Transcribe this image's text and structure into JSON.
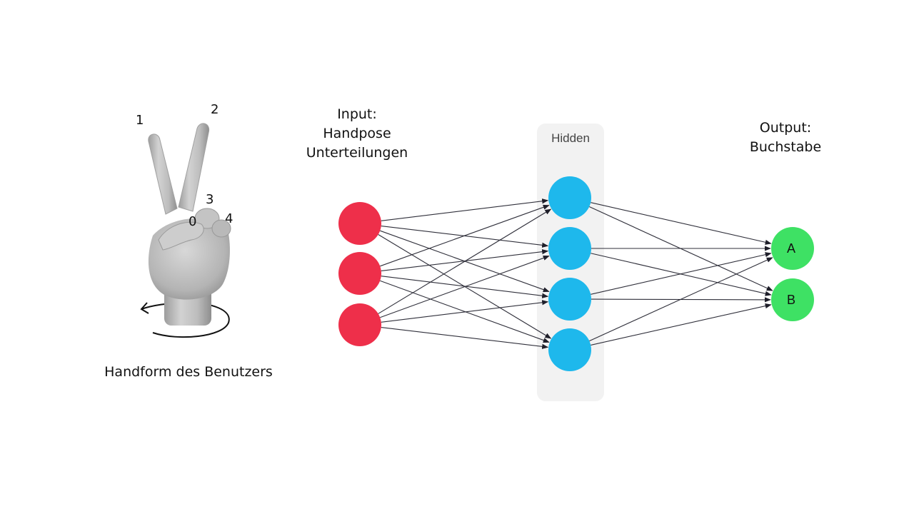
{
  "hand": {
    "caption": "Handform des Benutzers",
    "finger_labels": [
      "1",
      "2",
      "3",
      "0",
      "4"
    ]
  },
  "network": {
    "input_title": [
      "Input:",
      "Handpose",
      "Unterteilungen"
    ],
    "hidden_title": "Hidden",
    "output_title": [
      "Output:",
      "Buchstabe"
    ],
    "input_nodes": 3,
    "hidden_nodes": 4,
    "output_nodes": [
      "A",
      "B"
    ],
    "colors": {
      "input": "#ee2f4a",
      "hidden": "#1eb8ec",
      "output": "#3ee164",
      "hidden_panel": "#f2f2f2",
      "edge": "#2f2f3a"
    }
  }
}
